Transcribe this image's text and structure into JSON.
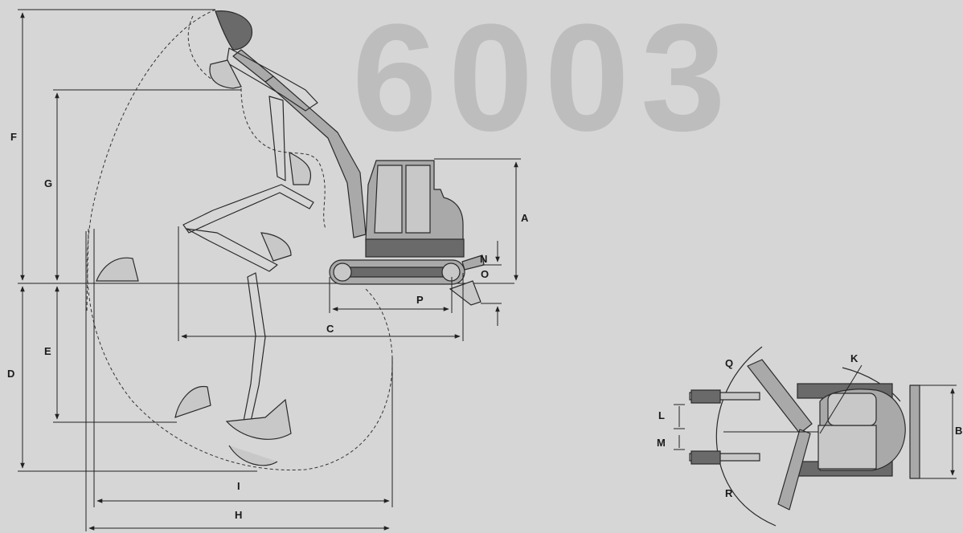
{
  "model": "6003",
  "dimension_labels": {
    "A": "A",
    "B": "B",
    "C": "C",
    "D": "D",
    "E": "E",
    "F": "F",
    "G": "G",
    "H": "H",
    "I": "I",
    "K": "K",
    "L": "L",
    "M": "M",
    "N": "N",
    "O": "O",
    "P": "P",
    "Q": "Q",
    "R": "R"
  }
}
